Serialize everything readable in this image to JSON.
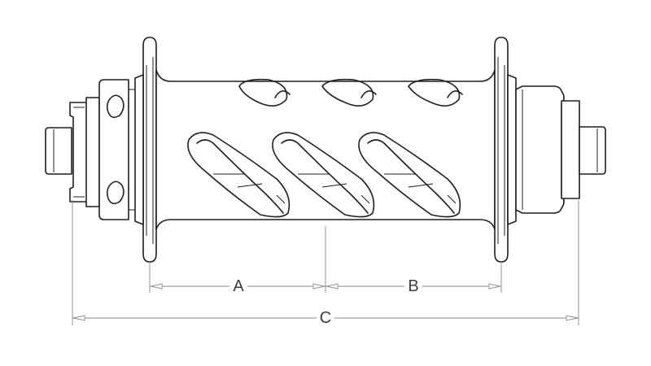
{
  "diagram": {
    "dimensions": [
      {
        "id": "A",
        "label": "A"
      },
      {
        "id": "B",
        "label": "B"
      },
      {
        "id": "C",
        "label": "C"
      }
    ]
  }
}
